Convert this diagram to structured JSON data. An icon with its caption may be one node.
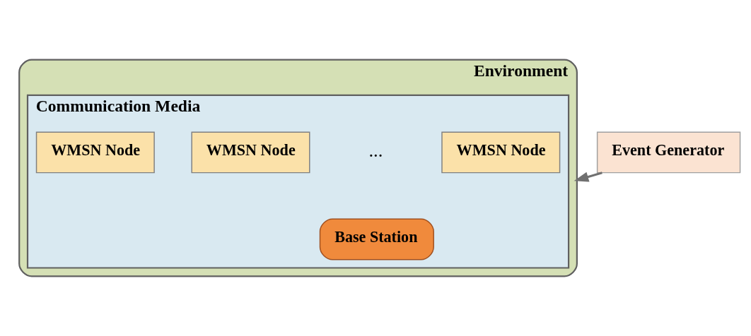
{
  "diagram": {
    "nodes": [
      {
        "text": [
          "Environment"
        ]
      },
      {
        "text": [
          "Communication Media"
        ],
        "in": 0
      },
      {
        "text": [
          "WMSN Node"
        ],
        "in": 1
      },
      {
        "text": [
          "WMSN Node"
        ],
        "in": 1
      },
      {
        "text": [
          "WMSN Node"
        ],
        "in": 1
      },
      {
        "text": [
          "Base Station"
        ],
        "in": 1
      },
      {
        "text": [
          "Event Generator"
        ]
      }
    ],
    "edges": [
      {
        "from": 6,
        "to": 0,
        "arrow": "to"
      }
    ],
    "labels": [
      "..."
    ]
  }
}
